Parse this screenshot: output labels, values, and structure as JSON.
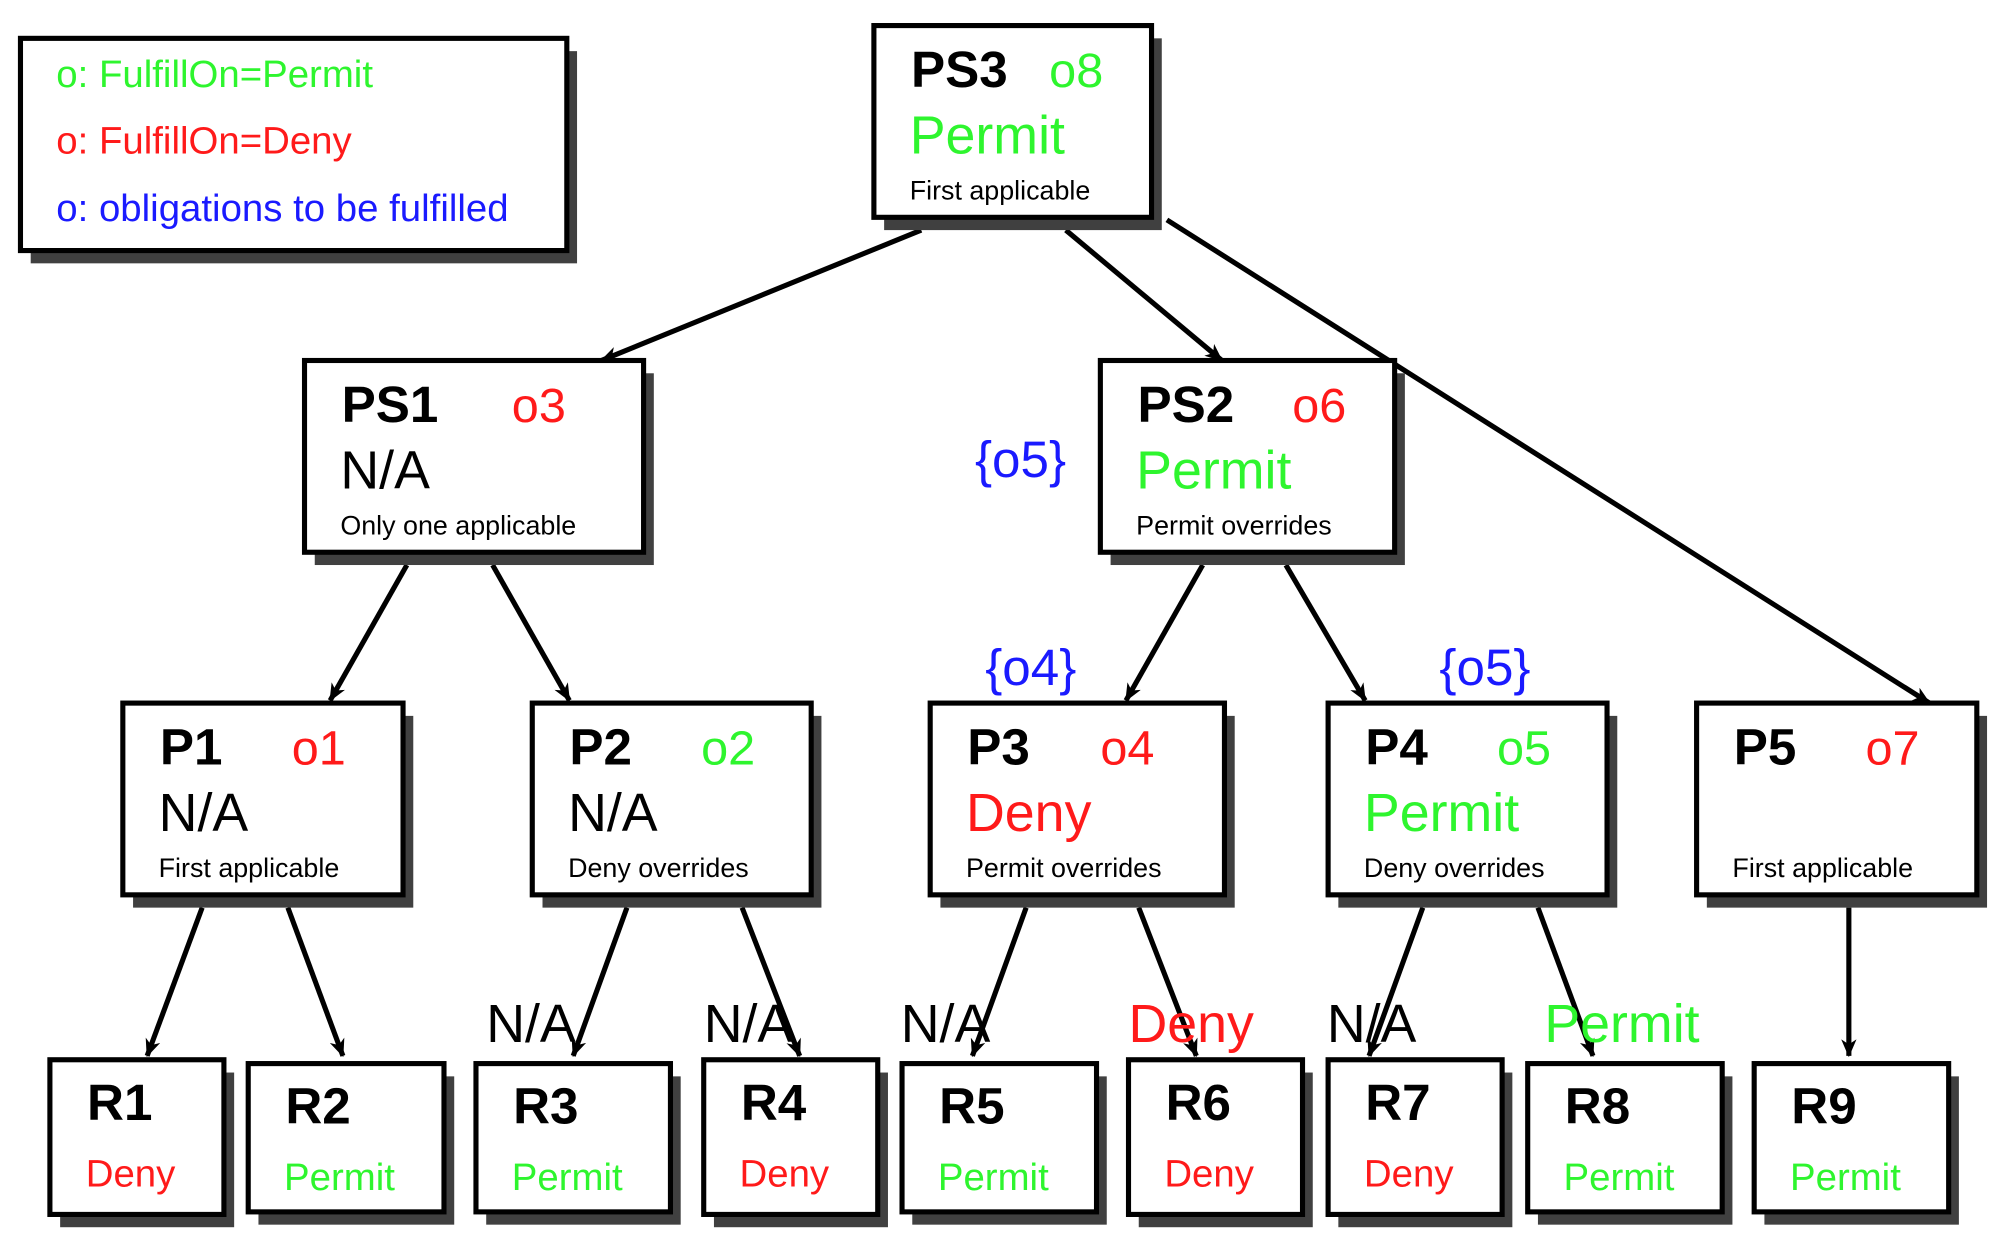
{
  "colors": {
    "permit": "#2ef52e",
    "deny": "#ff1a1a",
    "obligation": "#1a1aff",
    "shadow": "#404040",
    "text": "#000000"
  },
  "legend": [
    {
      "text": "o: FulfillOn=Permit",
      "color": "permit"
    },
    {
      "text": "o: FulfillOn=Deny",
      "color": "deny"
    },
    {
      "text": "o: obligations to be fulfilled",
      "color": "obligation"
    }
  ],
  "policy_nodes": [
    {
      "id": "PS3",
      "name": "PS3",
      "obligation": "o8",
      "obligation_color": "permit",
      "result": "Permit",
      "result_color": "permit",
      "algorithm": "First applicable"
    },
    {
      "id": "PS1",
      "name": "PS1",
      "obligation": "o3",
      "obligation_color": "deny",
      "result": "N/A",
      "result_color": "text",
      "algorithm": "Only one applicable"
    },
    {
      "id": "PS2",
      "name": "PS2",
      "obligation": "o6",
      "obligation_color": "deny",
      "result": "Permit",
      "result_color": "permit",
      "algorithm": "Permit overrides"
    },
    {
      "id": "P1",
      "name": "P1",
      "obligation": "o1",
      "obligation_color": "deny",
      "result": "N/A",
      "result_color": "text",
      "algorithm": "First applicable"
    },
    {
      "id": "P2",
      "name": "P2",
      "obligation": "o2",
      "obligation_color": "permit",
      "result": "N/A",
      "result_color": "text",
      "algorithm": "Deny overrides"
    },
    {
      "id": "P3",
      "name": "P3",
      "obligation": "o4",
      "obligation_color": "deny",
      "result": "Deny",
      "result_color": "deny",
      "algorithm": "Permit overrides"
    },
    {
      "id": "P4",
      "name": "P4",
      "obligation": "o5",
      "obligation_color": "permit",
      "result": "Permit",
      "result_color": "permit",
      "algorithm": "Deny overrides"
    },
    {
      "id": "P5",
      "name": "P5",
      "obligation": "o7",
      "obligation_color": "deny",
      "result": "",
      "result_color": "text",
      "algorithm": "First applicable"
    }
  ],
  "rule_nodes": [
    {
      "id": "R1",
      "name": "R1",
      "effect": "Deny",
      "effect_color": "deny",
      "result": ""
    },
    {
      "id": "R2",
      "name": "R2",
      "effect": "Permit",
      "effect_color": "permit",
      "result": ""
    },
    {
      "id": "R3",
      "name": "R3",
      "effect": "Permit",
      "effect_color": "permit",
      "result": "N/A",
      "result_color": "text"
    },
    {
      "id": "R4",
      "name": "R4",
      "effect": "Deny",
      "effect_color": "deny",
      "result": "N/A",
      "result_color": "text"
    },
    {
      "id": "R5",
      "name": "R5",
      "effect": "Permit",
      "effect_color": "permit",
      "result": "N/A",
      "result_color": "text"
    },
    {
      "id": "R6",
      "name": "R6",
      "effect": "Deny",
      "effect_color": "deny",
      "result": "Deny",
      "result_color": "deny"
    },
    {
      "id": "R7",
      "name": "R7",
      "effect": "Deny",
      "effect_color": "deny",
      "result": "N/A",
      "result_color": "text"
    },
    {
      "id": "R8",
      "name": "R8",
      "effect": "Permit",
      "effect_color": "permit",
      "result": "Permit",
      "result_color": "permit"
    },
    {
      "id": "R9",
      "name": "R9",
      "effect": "Permit",
      "effect_color": "permit",
      "result": ""
    }
  ],
  "obligation_sets": [
    {
      "id": "PS2",
      "text": "{o5}"
    },
    {
      "id": "P3",
      "text": "{o4}"
    },
    {
      "id": "P4",
      "text": "{o5}"
    }
  ],
  "edges": [
    [
      "PS3",
      "PS1"
    ],
    [
      "PS3",
      "PS2"
    ],
    [
      "PS3",
      "P5"
    ],
    [
      "PS1",
      "P1"
    ],
    [
      "PS1",
      "P2"
    ],
    [
      "PS2",
      "P3"
    ],
    [
      "PS2",
      "P4"
    ],
    [
      "P1",
      "R1"
    ],
    [
      "P1",
      "R2"
    ],
    [
      "P2",
      "R3"
    ],
    [
      "P2",
      "R4"
    ],
    [
      "P3",
      "R5"
    ],
    [
      "P3",
      "R6"
    ],
    [
      "P4",
      "R7"
    ],
    [
      "P4",
      "R8"
    ],
    [
      "P5",
      "R9"
    ]
  ]
}
